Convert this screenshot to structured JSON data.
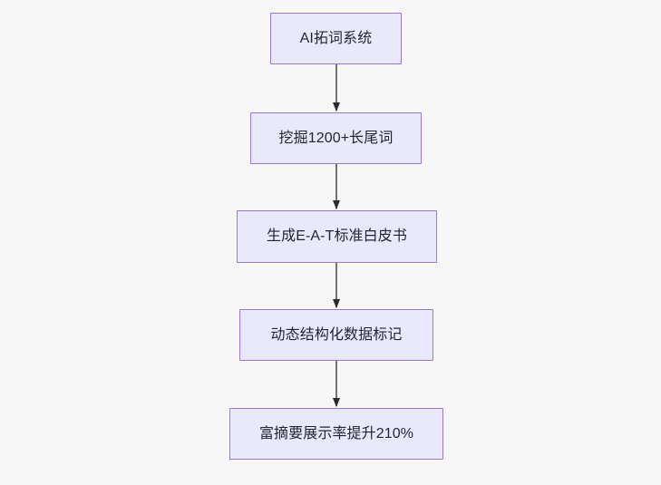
{
  "diagram": {
    "type": "flowchart",
    "direction": "top-down",
    "background_color": "#f7f7f7",
    "node_fill_color": "#eae8fc",
    "node_border_color": "#9a77d4",
    "node_text_color": "#1f2430",
    "edge_color": "#737373",
    "arrowhead_color": "#2b2b2b",
    "nodes": [
      {
        "id": "n0",
        "label": "AI拓词系统"
      },
      {
        "id": "n1",
        "label": "挖掘1200+长尾词"
      },
      {
        "id": "n2",
        "label": "生成E-A-T标准白皮书"
      },
      {
        "id": "n3",
        "label": "动态结构化数据标记"
      },
      {
        "id": "n4",
        "label": "富摘要展示率提升210%"
      }
    ],
    "edges": [
      {
        "from": "n0",
        "to": "n1",
        "label": ""
      },
      {
        "from": "n1",
        "to": "n2",
        "label": ""
      },
      {
        "from": "n2",
        "to": "n3",
        "label": ""
      },
      {
        "from": "n3",
        "to": "n4",
        "label": ""
      }
    ]
  }
}
